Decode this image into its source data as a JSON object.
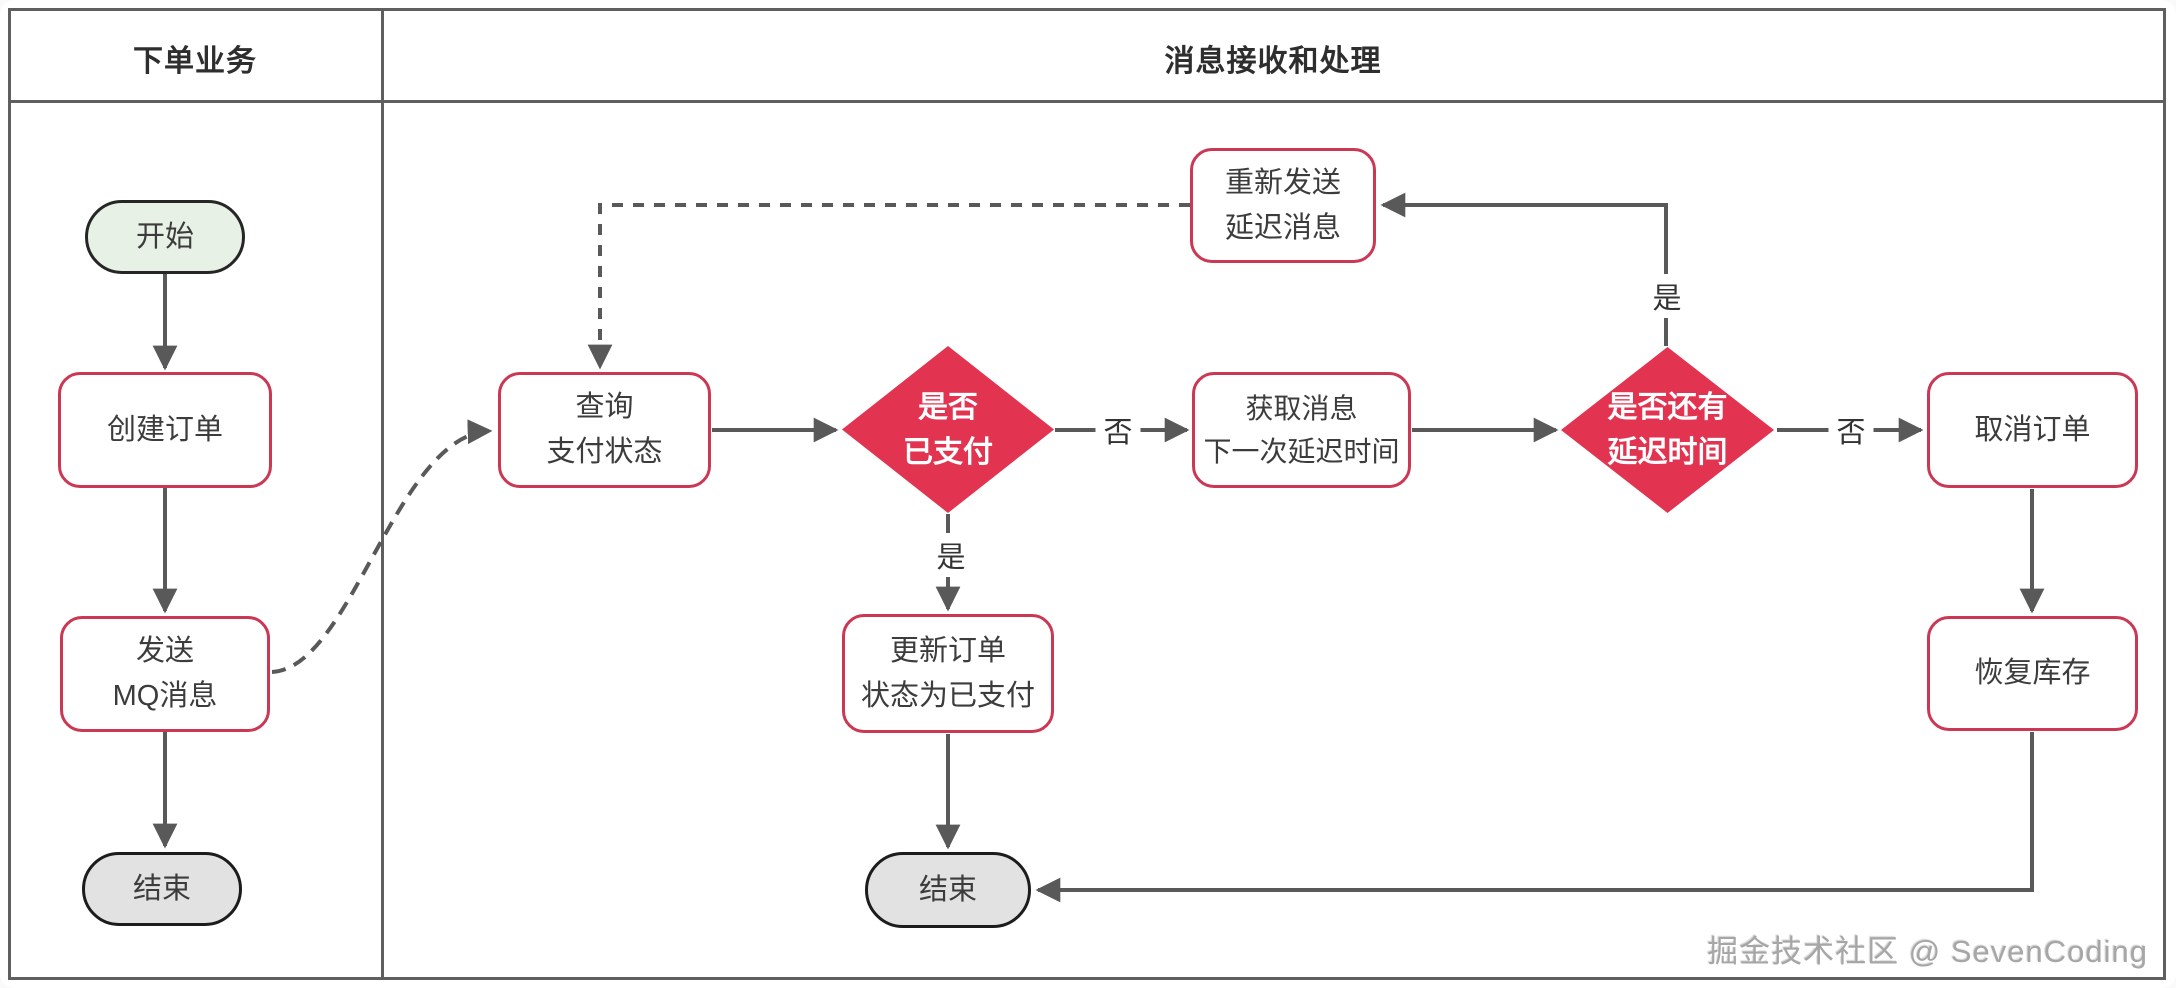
{
  "lanes": {
    "left": {
      "label": "下单业务"
    },
    "right": {
      "label": "消息接收和处理"
    }
  },
  "nodes": {
    "start": {
      "label": "开始"
    },
    "create_order": {
      "label": "创建订单"
    },
    "send_mq": {
      "line1": "发送",
      "line2": "MQ消息"
    },
    "end_left": {
      "label": "结束"
    },
    "query_status": {
      "line1": "查询",
      "line2": "支付状态"
    },
    "is_paid": {
      "line1": "是否",
      "line2": "已支付"
    },
    "get_next_delay": {
      "line1": "获取消息",
      "line2": "下一次延迟时间"
    },
    "has_delay": {
      "line1": "是否还有",
      "line2": "延迟时间"
    },
    "cancel_order": {
      "label": "取消订单"
    },
    "restore_stock": {
      "label": "恢复库存"
    },
    "update_order": {
      "line1": "更新订单",
      "line2": "状态为已支付"
    },
    "end_right": {
      "label": "结束"
    },
    "resend_delay": {
      "line1": "重新发送",
      "line2": "延迟消息"
    }
  },
  "edge_labels": {
    "is_paid_no": "否",
    "is_paid_yes": "是",
    "has_delay_no": "否",
    "has_delay_yes": "是"
  },
  "watermark": "掘金技术社区 @ SevenCoding",
  "colors": {
    "accent_red": "#e23350",
    "box_border_red": "#cb3854",
    "line_gray": "#595959",
    "start_fill": "#e8f1e5",
    "end_fill": "#e2e2e2",
    "frame_gray": "#5f5f5f"
  }
}
